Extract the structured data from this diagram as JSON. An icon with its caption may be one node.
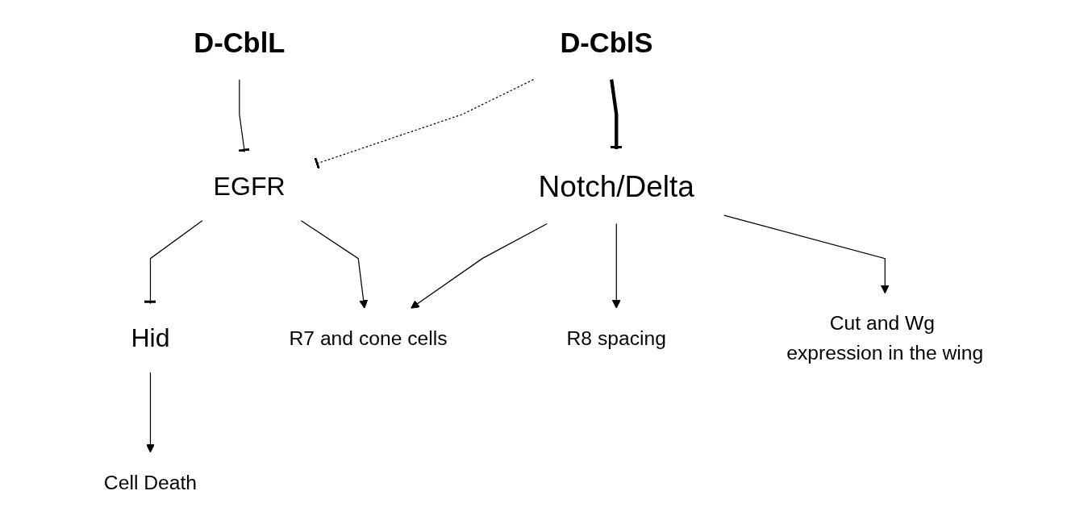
{
  "diagram": {
    "nodes": [
      {
        "text": [
          "Cell Death"
        ]
      },
      {
        "text": [
          "Hid"
        ]
      },
      {
        "text": [
          "EGFR"
        ]
      },
      {
        "text": [
          "D-CblL"
        ]
      },
      {
        "text": [
          "D-CblS"
        ]
      },
      {
        "text": [
          "R7 and cone cells"
        ]
      },
      {
        "text": [
          "R8 spacing"
        ]
      },
      {
        "text": [
          "Notch/Delta"
        ]
      },
      {
        "text": [
          "Cut and Wg expression in the wing"
        ]
      }
    ],
    "edges": [
      {
        "from": 1,
        "to": 0,
        "arrow": "to"
      },
      {
        "from": 2,
        "to": 1,
        "arrow": "other"
      },
      {
        "from": 3,
        "to": 2,
        "arrow": "other"
      },
      {
        "from": 4,
        "to": 2,
        "arrow": "other",
        "style": "dashed"
      },
      {
        "from": 2,
        "to": 5,
        "arrow": "to"
      },
      {
        "from": 4,
        "to": 7,
        "arrow": "other",
        "style": "thick"
      },
      {
        "from": 7,
        "to": 5,
        "arrow": "to"
      },
      {
        "from": 7,
        "to": 6,
        "arrow": "to"
      },
      {
        "from": 7,
        "to": 8,
        "arrow": "to"
      }
    ]
  }
}
